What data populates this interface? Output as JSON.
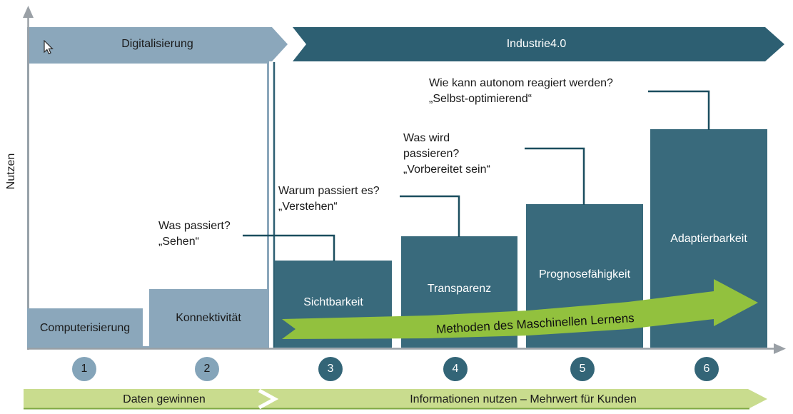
{
  "diagram": {
    "y_axis_label": "Nutzen",
    "phase_arrows": [
      {
        "label": "Digitalisierung"
      },
      {
        "label": "Industrie4.0"
      }
    ],
    "stages": [
      {
        "number": "1",
        "label": "Computerisierung"
      },
      {
        "number": "2",
        "label": "Konnektivität"
      },
      {
        "number": "3",
        "label": "Sichtbarkeit",
        "question": "Was passiert?",
        "motto": "„Sehen“"
      },
      {
        "number": "4",
        "label": "Transparenz",
        "question": "Warum passiert es?",
        "motto": "„Verstehen“"
      },
      {
        "number": "5",
        "label": "Prognosefähigkeit",
        "question": "Was wird passieren?",
        "motto": "„Vorbereitet sein“"
      },
      {
        "number": "6",
        "label": "Adaptierbarkeit",
        "question": "Wie kann autonom reagiert werden?",
        "motto": "„Selbst-optimierend“"
      }
    ],
    "ml_arrow_label": "Methoden des Maschinellen Lernens",
    "bottom_bands": [
      {
        "label": "Daten gewinnen"
      },
      {
        "label": "Informationen nutzen – Mehrwert für Kunden"
      }
    ]
  },
  "colors": {
    "light_blue": "#8BA7BB",
    "dark_teal_band": "#2D5F72",
    "bar_teal": "#396A7C",
    "circle_teal": "#336577",
    "connector": "#1A4D5E",
    "green_arrow": "#92C13E",
    "light_green_band": "#C9DC8E",
    "green_band_border": "#7EA844",
    "axis_gray": "#9AA0A6"
  }
}
